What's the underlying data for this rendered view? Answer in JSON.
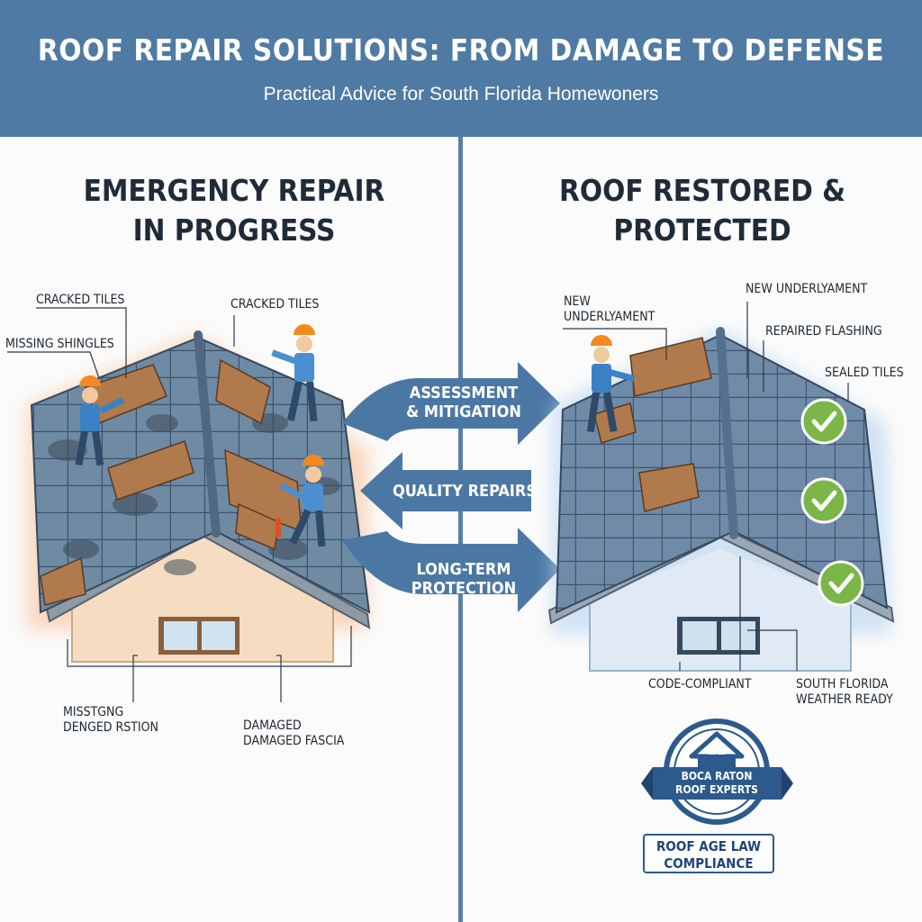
{
  "header": {
    "title": "ROOF REPAIR SOLUTIONS: FROM DAMAGE TO DEFENSE",
    "subtitle": "Practical Advice for South Florida Homewoners"
  },
  "left_panel": {
    "title_lines": [
      "EMERGENCY REPAIR",
      "IN PROGRESS"
    ],
    "callouts": {
      "cracked_tiles_left": "CRACKED TILES",
      "cracked_tiles_right": "CRACKED TILES",
      "missing_shingles": "MISSING SHINGLES",
      "missing_lines": [
        "MISSTGNG",
        "DENGED RSTION"
      ],
      "damaged_fascia_lines": [
        "DAMAGED",
        "DAMAGED FASCIA"
      ]
    }
  },
  "right_panel": {
    "title_lines": [
      "ROOF RESTORED &",
      "PROTECTED"
    ],
    "callouts": {
      "new_underlayment_left_lines": [
        "NEW",
        "UNDERLYAMENT"
      ],
      "new_underlayment_top": "NEW UNDERLYAMENT",
      "repaired_flashing": "REPAIRED FLASHING",
      "sealed_tiles": "SEALED TILES",
      "code_compliant": "CODE-COMPLIANT",
      "weather_ready_lines": [
        "SOUTH FLORIDA",
        "WEATHER READY"
      ]
    }
  },
  "process_arrows": {
    "assessment_lines": [
      "ASSESSMENT",
      "& MITIGATION"
    ],
    "quality_repairs": "QUALITY REPAIRS",
    "long_term_lines": [
      "LONG-TERM",
      "PROTECTION"
    ]
  },
  "badge": {
    "lines": [
      "BOCA RATON",
      "ROOF EXPERTS"
    ]
  },
  "compliance_box": {
    "lines": [
      "ROOF AGE LAW",
      "COMPLIANCE"
    ]
  },
  "colors": {
    "header_blue": "#4f7aa3",
    "arrow_blue": "#4b77a4",
    "roof_slate": "#6f8aa3",
    "check_green": "#7ab648",
    "damage_orange": "#f2a36b",
    "house_tan": "#f6dcc0",
    "house_light_blue": "#dfeaf5"
  },
  "icons": [
    "hard-hat-worker",
    "check-circle-icon",
    "house-icon",
    "shield-badge-icon"
  ]
}
